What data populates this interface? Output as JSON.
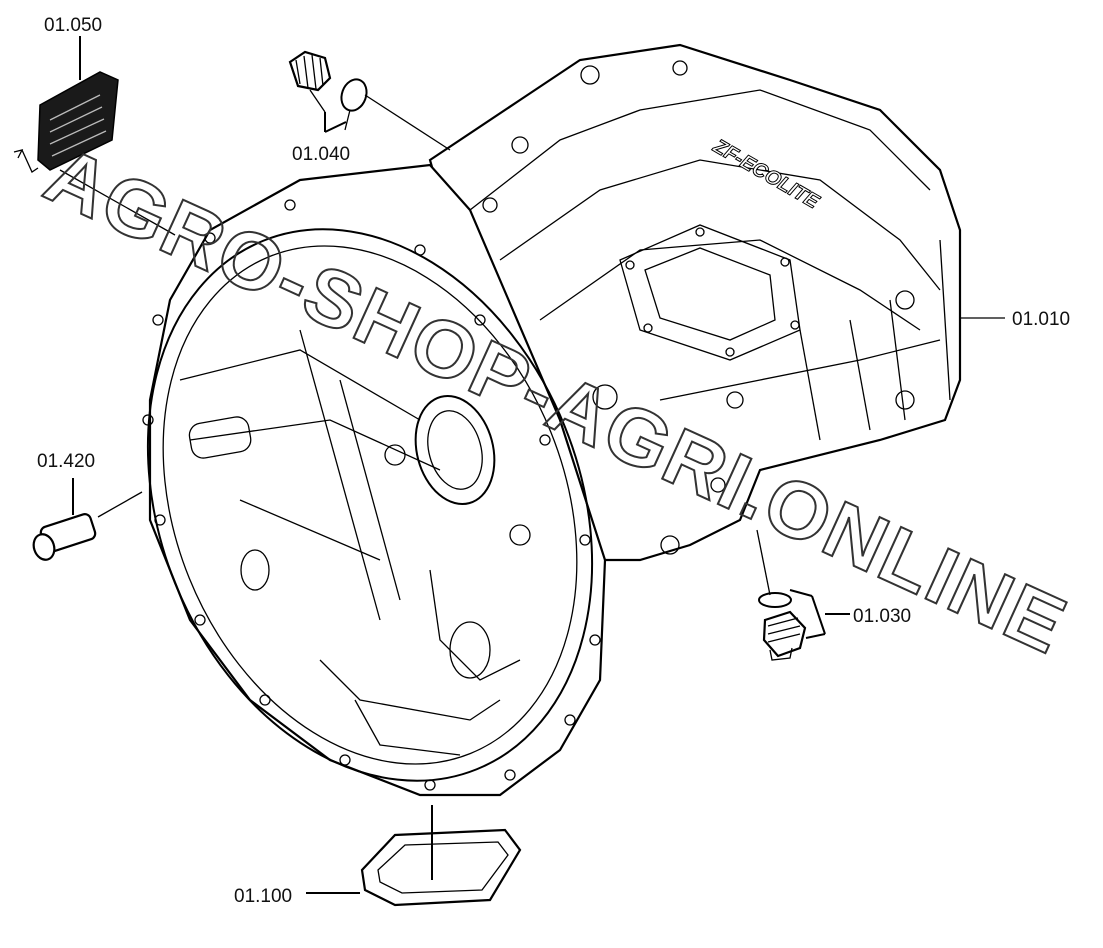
{
  "labels": {
    "p01050": "01.050",
    "p01040": "01.040",
    "p01010": "01.010",
    "p01420": "01.420",
    "p01030": "01.030",
    "p01100": "01.100"
  },
  "housing_logo": "ZF-ECOLITE",
  "watermark": "AGRO-SHOP-AGRI.ONLINE",
  "colors": {
    "line": "#000000",
    "background": "#ffffff"
  }
}
